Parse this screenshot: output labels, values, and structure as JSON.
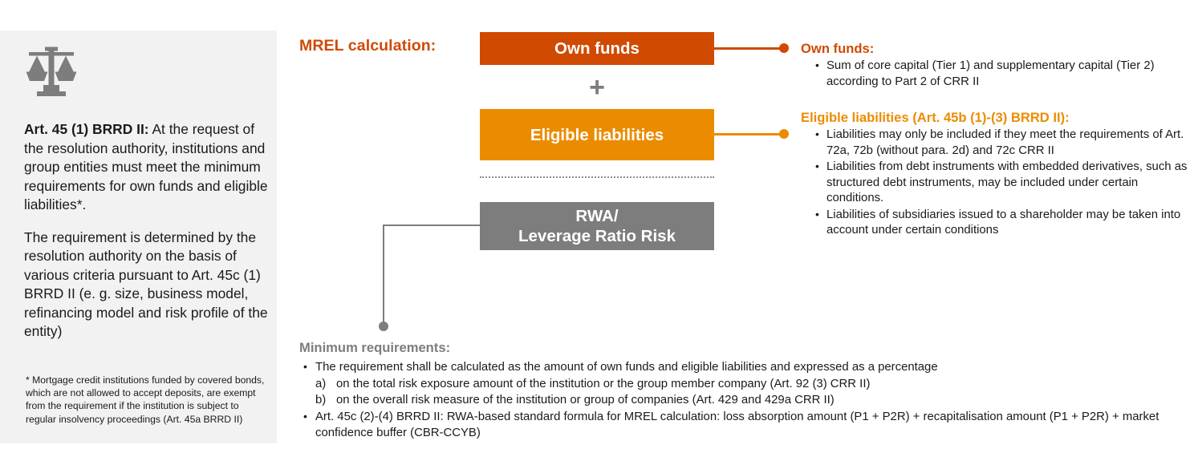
{
  "left_panel": {
    "icon": "scales-of-justice-icon",
    "paragraphs": [
      {
        "lead": "Art. 45 (1) BRRD II:",
        "rest": " At the request of the resolution authority, institutions and group entities must meet the minimum requirements for own funds and eligible liabilities*."
      },
      {
        "lead": "",
        "rest": "The requirement is determined by the resolution authority on the basis of various criteria pursuant to Art. 45c (1) BRRD II (e. g. size, business model, refinancing model and risk profile of the entity)"
      }
    ],
    "footnote": "* Mortgage credit institutions funded by covered bonds, which are not allowed to accept deposits, are exempt from the requirement if the institution is subject to regular insolvency proceedings (Art. 45a BRRD II)"
  },
  "diagram": {
    "title": "MREL calculation:",
    "operator": "+",
    "blocks": [
      {
        "id": "own-funds",
        "label": "Own funds",
        "color": "#D04A02"
      },
      {
        "id": "eligible-liabilities",
        "label": "Eligible liabilities",
        "color": "#EB8C00"
      },
      {
        "id": "rwa",
        "label_line1": "RWA/",
        "label_line2": "Leverage Ratio Risk",
        "color": "#7D7D7D"
      }
    ]
  },
  "right_column": {
    "groups": [
      {
        "heading": "Own funds:",
        "color": "#D04A02",
        "bullets": [
          "Sum of core capital (Tier 1) and supplementary capital (Tier 2) according to Part 2 of CRR II"
        ]
      },
      {
        "heading": "Eligible liabilities (Art. 45b (1)-(3) BRRD II):",
        "color": "#EB8C00",
        "bullets": [
          "Liabilities may only be included if they meet the requirements of Art. 72a, 72b (without para. 2d) and 72c CRR II",
          "Liabilities from debt instruments with embedded derivatives, such as structured debt instruments, may be included under certain conditions.",
          "Liabilities of subsidiaries issued to a shareholder may be taken into account under certain conditions"
        ]
      }
    ]
  },
  "bottom_section": {
    "heading": "Minimum requirements:",
    "color": "#7D7D7D",
    "bullets": [
      "The requirement shall be calculated as the amount of own funds and eligible liabilities and expressed as a percentage",
      "Art. 45c (2)-(4) BRRD II: RWA-based standard formula for MREL calculation: loss absorption amount (P1 + P2R) + recapitalisation amount (P1 + P2R) + market confidence buffer (CBR-CCYB)"
    ],
    "sub_items": [
      {
        "marker": "a)",
        "text": "on the total risk exposure amount of the institution or the group member company (Art. 92 (3) CRR II)"
      },
      {
        "marker": "b)",
        "text": "on the overall risk measure of the institution or group of companies (Art. 429 and 429a CRR II)"
      }
    ]
  }
}
